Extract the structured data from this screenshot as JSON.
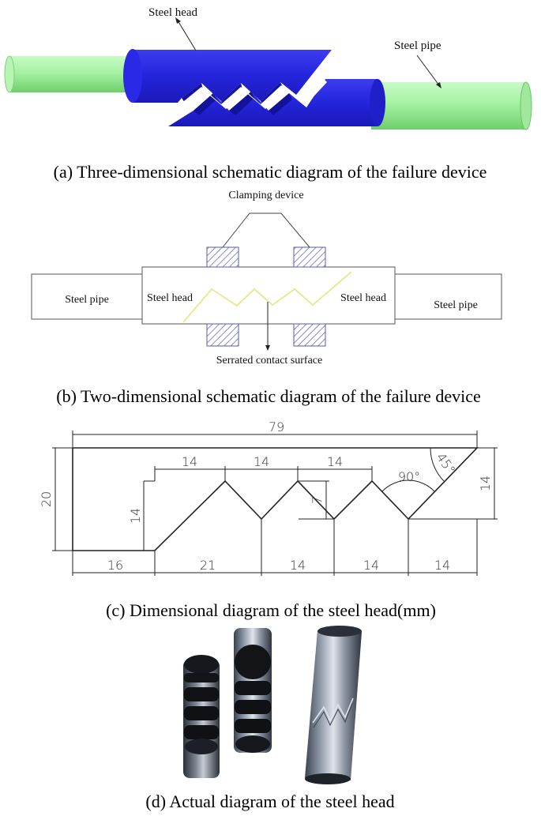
{
  "panel_a": {
    "label_steel_head": "Steel head",
    "label_steel_pipe": "Steel pipe",
    "caption": "(a) Three-dimensional schematic diagram of the failure device",
    "colors": {
      "pipe": "#a6f2a3",
      "head": "#2b2be0",
      "head_dark": "#1616a8"
    }
  },
  "panel_b": {
    "label_clamping": "Clamping device",
    "label_pipe_left": "Steel pipe",
    "label_head_left": "Steel head",
    "label_head_right": "Steel head",
    "label_pipe_right": "Steel pipe",
    "label_serrated": "Serrated contact surface",
    "caption": "(b)  Two-dimensional schematic diagram of the failure device",
    "colors": {
      "clamp": "#5a5ab0",
      "serration": "#e6e67a"
    }
  },
  "panel_c": {
    "dim_total_length": "79",
    "dim_height": "20",
    "dim_left_height": "14",
    "dim_right_height": "14",
    "dim_tooth_depth": "7",
    "dim_top_1": "14",
    "dim_top_2": "14",
    "dim_top_3": "14",
    "dim_bottom_1": "16",
    "dim_bottom_2": "21",
    "dim_bottom_3": "14",
    "dim_bottom_4": "14",
    "dim_bottom_5": "14",
    "angle_90": "90°",
    "angle_45": "45°",
    "caption": "(c)   Dimensional diagram of the steel head(mm)"
  },
  "panel_d": {
    "caption": "(d) Actual diagram of the steel head"
  }
}
